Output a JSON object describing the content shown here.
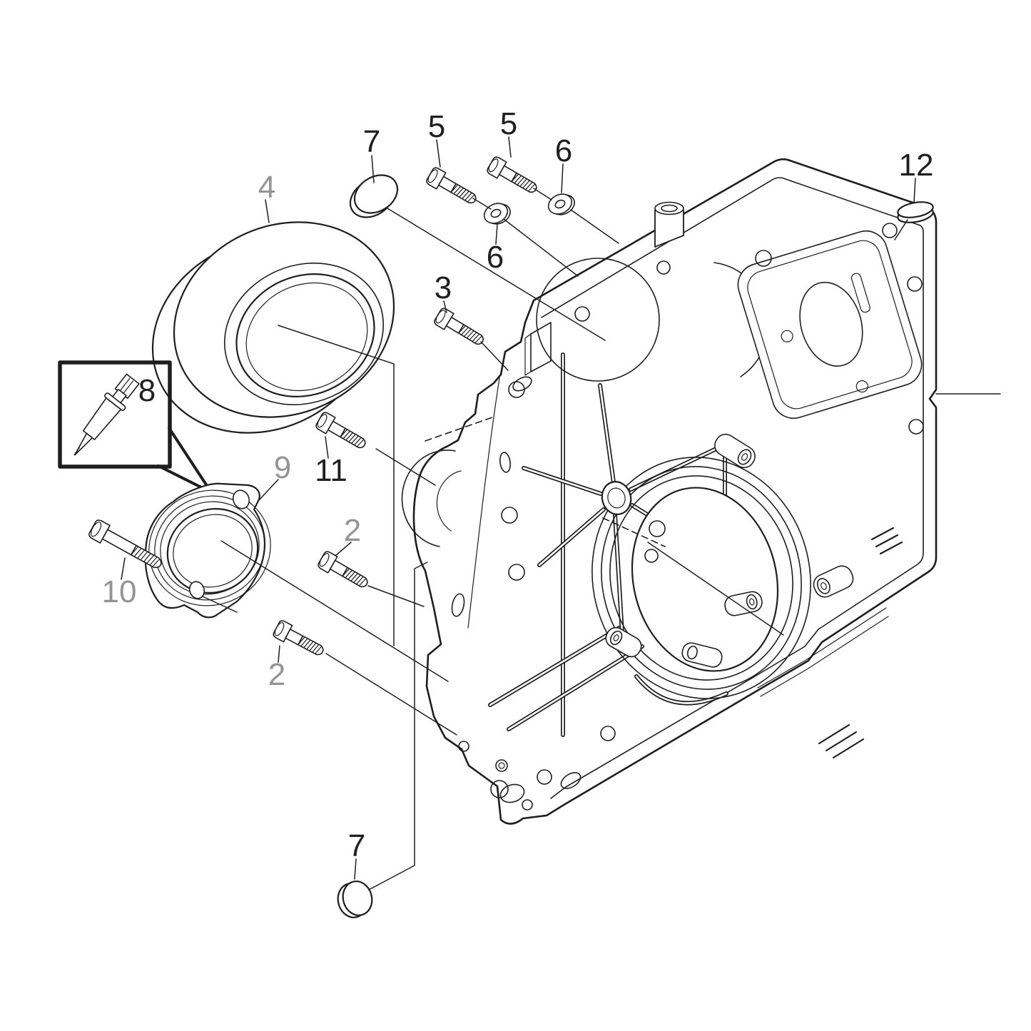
{
  "diagram": {
    "kind": "exploded-parts-diagram",
    "background": "#ffffff",
    "line_color": "#1e1e1e",
    "label_color": "#1f1f1f",
    "muted_label_color": "#949494",
    "main_component": {
      "name": "housing"
    },
    "callouts": [
      {
        "label": "4",
        "part": "seal-ring",
        "muted": true,
        "color": "#949494"
      },
      {
        "label": "7",
        "part": "plug",
        "muted": false,
        "color": "#1f1f1f"
      },
      {
        "label": "5",
        "part": "bolt",
        "muted": false,
        "color": "#1f1f1f"
      },
      {
        "label": "5",
        "part": "bolt",
        "muted": false,
        "color": "#1f1f1f"
      },
      {
        "label": "6",
        "part": "washer",
        "muted": false,
        "color": "#1f1f1f"
      },
      {
        "label": "6",
        "part": "washer",
        "muted": false,
        "color": "#1f1f1f"
      },
      {
        "label": "3",
        "part": "bolt",
        "muted": false,
        "color": "#1f1f1f"
      },
      {
        "label": "12",
        "part": "plug",
        "muted": false,
        "color": "#1f1f1f"
      },
      {
        "label": "8",
        "part": "sealant-tube",
        "muted": false,
        "color": "#1f1f1f"
      },
      {
        "label": "9",
        "part": "cover-flange",
        "muted": true,
        "color": "#949494"
      },
      {
        "label": "11",
        "part": "bolt",
        "muted": false,
        "color": "#1f1f1f"
      },
      {
        "label": "2",
        "part": "bolt",
        "muted": true,
        "color": "#949494"
      },
      {
        "label": "10",
        "part": "bolt",
        "muted": true,
        "color": "#949494"
      },
      {
        "label": "2",
        "part": "bolt",
        "muted": true,
        "color": "#949494"
      },
      {
        "label": "7",
        "part": "plug",
        "muted": false,
        "color": "#1f1f1f"
      }
    ]
  }
}
